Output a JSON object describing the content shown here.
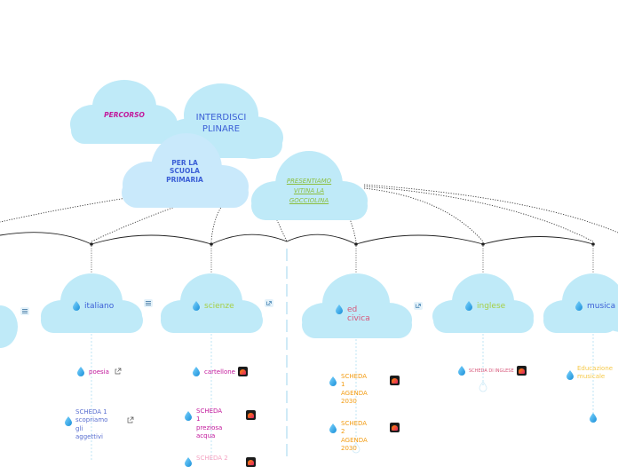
{
  "central_clouds": [
    {
      "id": "percorso",
      "text": "PERCORSO",
      "color": "#c2189b"
    },
    {
      "id": "interdisciplinare",
      "text": "INTERDISCI\nPLINARE",
      "color": "#3b5fd6"
    },
    {
      "id": "primaria",
      "text": "PER LA\nSCUOLA\nPRIMARIA",
      "color": "#3b5fd6"
    },
    {
      "id": "presentiamo",
      "text": "PRESENTIAMO\nVITINA LA\nGOCCIOLINA",
      "color": "#8cbf3f"
    }
  ],
  "subjects": [
    {
      "label": "italiano",
      "color": "#3b5fd6",
      "link_icon": "menu-icon"
    },
    {
      "label": "scienze",
      "color": "#a6cf45",
      "link_icon": "external-link-icon"
    },
    {
      "label": "ed civica",
      "color": "#d7577a",
      "link_icon": "external-link-icon"
    },
    {
      "label": "inglese",
      "color": "#a6cf45",
      "link_icon": ""
    },
    {
      "label": "musica",
      "color": "#3b5fd6",
      "link_icon": ""
    }
  ],
  "leaves": {
    "italiano": [
      {
        "text": "poesia",
        "color": "#c2189b",
        "icon": "external-link-icon"
      },
      {
        "text": "SCHEDA 1\nscopriamo gli\naggettivi",
        "color": "#5a6fd0",
        "icon": "external-link-icon"
      }
    ],
    "scienze": [
      {
        "text": "cartellone",
        "color": "#c2189b",
        "icon": "app-icon"
      },
      {
        "text": "SCHEDA 1\npreziosa acqua",
        "color": "#c2189b",
        "icon": "app-icon"
      },
      {
        "text": "SCHEDA 2",
        "color": "#f4a3c2",
        "icon": "app-icon"
      }
    ],
    "ed_civica": [
      {
        "text": "SCHEDA 1\nAGENDA 2030",
        "color": "#f39c12",
        "icon": "app-icon"
      },
      {
        "text": "SCHEDA 2\nAGENDA 2030",
        "color": "#f39c12",
        "icon": "app-icon"
      }
    ],
    "inglese": [
      {
        "text": "SCHEDA DI INGLESE",
        "color": "#d7577a",
        "icon": "app-icon"
      }
    ],
    "musica": [
      {
        "text": "Educazione\nmusicale",
        "color": "#f6c94a",
        "icon": ""
      }
    ]
  },
  "colors": {
    "cloud_fill": "#bfeaf8",
    "cloud_fill_alt": "#c9e9fb",
    "drop": "#2fa8e6",
    "connector": "#222222"
  }
}
